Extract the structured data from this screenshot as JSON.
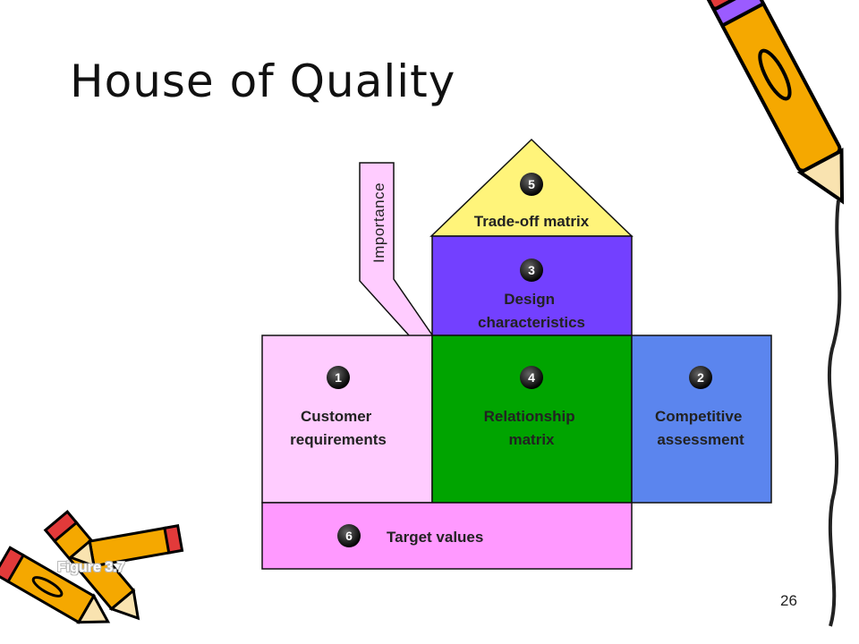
{
  "slide": {
    "title": "House of Quality",
    "page_number": "26",
    "figure_label": "Figure 3.7"
  },
  "diagram": {
    "importance_label": "Importance",
    "sections": [
      {
        "id": "customer-requirements",
        "number": "1",
        "label_lines": [
          "Customer",
          "requirements"
        ],
        "color": "#FFCCFF"
      },
      {
        "id": "competitive-assessment",
        "number": "2",
        "label_lines": [
          "Competitive",
          "assessment"
        ],
        "color": "#5B85EE"
      },
      {
        "id": "design-characteristics",
        "number": "3",
        "label_lines": [
          "Design",
          "characteristics"
        ],
        "color": "#7340FF"
      },
      {
        "id": "relationship-matrix",
        "number": "4",
        "label_lines": [
          "Relationship",
          "matrix"
        ],
        "color": "#00A400"
      },
      {
        "id": "trade-off-matrix",
        "number": "5",
        "label_lines": [
          "Trade-off matrix"
        ],
        "color": "#FFF47A"
      },
      {
        "id": "target-values",
        "number": "6",
        "label_lines": [
          "Target values"
        ],
        "color": "#FF99FF"
      }
    ]
  }
}
